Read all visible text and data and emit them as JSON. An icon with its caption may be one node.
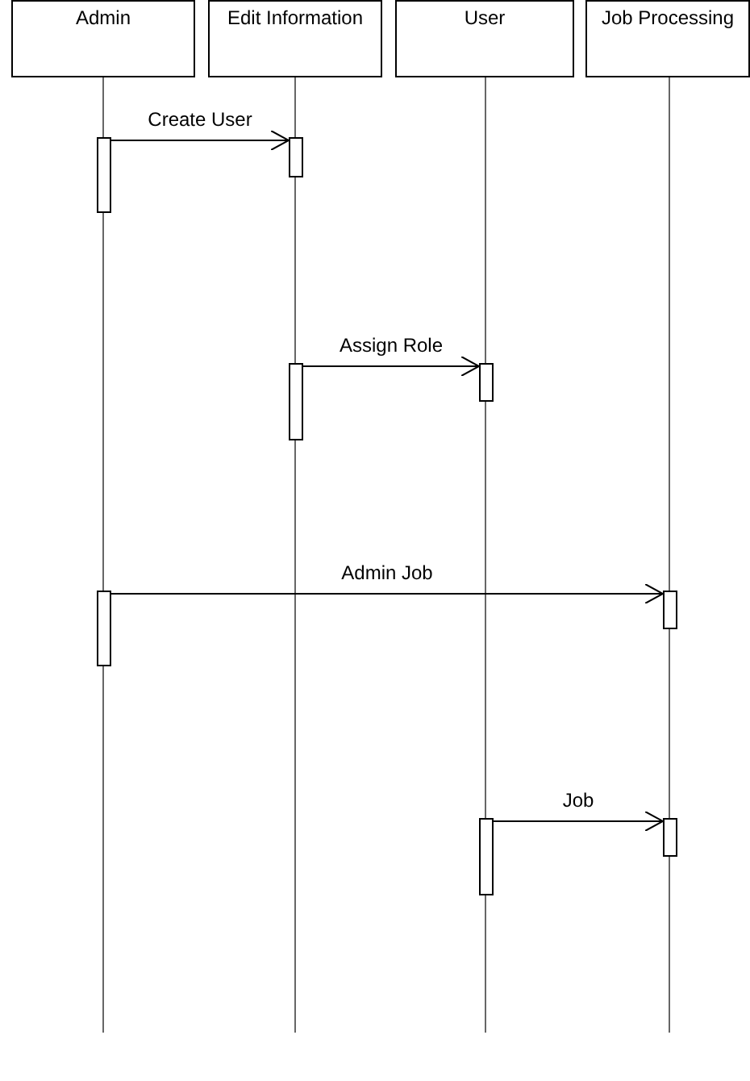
{
  "diagram": {
    "nodes": [
      {
        "text": [
          "Admin"
        ]
      },
      {
        "text": [
          "Edit Information"
        ]
      },
      {
        "text": [
          "User"
        ]
      },
      {
        "text": [
          "Job Processing"
        ]
      },
      {
        "text": [],
        "shape": "bar"
      },
      {
        "text": [],
        "shape": "bar"
      },
      {
        "text": [],
        "shape": "bar"
      },
      {
        "text": [],
        "shape": "bar"
      },
      {
        "text": [],
        "shape": "bar"
      },
      {
        "text": [],
        "shape": "bar"
      },
      {
        "text": [],
        "shape": "bar"
      },
      {
        "text": [],
        "shape": "bar"
      }
    ],
    "edges": [
      {
        "from": 4,
        "to": 5,
        "label": "Create User",
        "arrow": "to"
      },
      {
        "from": 6,
        "to": 7,
        "label": "Assign Role",
        "arrow": "to"
      },
      {
        "from": 8,
        "to": 9,
        "label": "Admin Job",
        "arrow": "to"
      },
      {
        "from": 10,
        "to": 11,
        "label": "Job",
        "arrow": "to"
      }
    ]
  }
}
